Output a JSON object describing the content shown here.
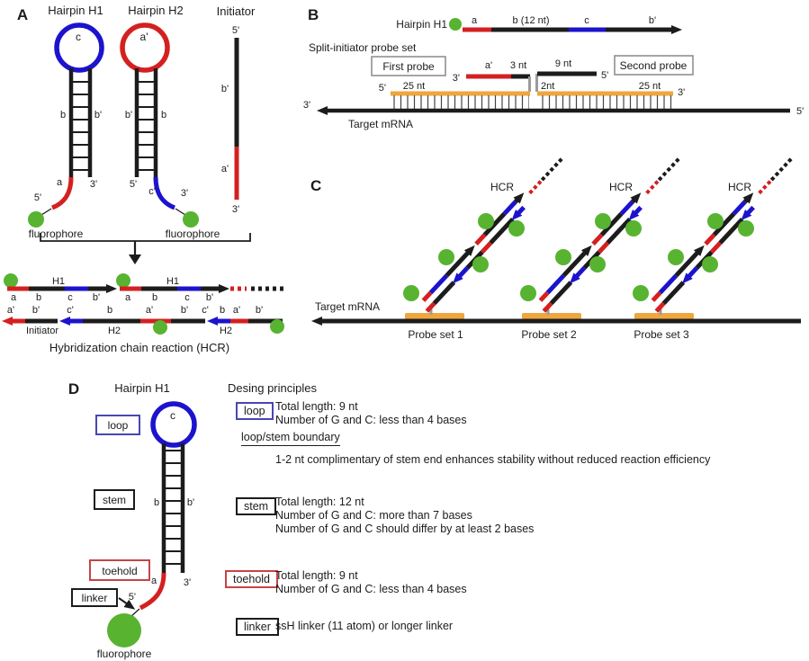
{
  "colors": {
    "red": "#d42020",
    "blue": "#1c13cd",
    "green": "#58b331",
    "orange": "#efa63e",
    "ink": "#1c1c1c",
    "gray": "#9b9b9b",
    "loopbox": "#4747b3",
    "toebox": "#c64545",
    "probebox": "#888888"
  },
  "panelA": {
    "label": "A",
    "h1": {
      "title": "Hairpin H1",
      "loop": "c",
      "left": "b",
      "right": "b'",
      "toehold": "a",
      "five": "5'",
      "three": "3'",
      "fluor": "fluorophore"
    },
    "h2": {
      "title": "Hairpin H2",
      "loop": "a'",
      "left": "b'",
      "right": "b",
      "toehold": "c'",
      "five": "5'",
      "three": "3'",
      "fluor": "fluorophore"
    },
    "init": {
      "title": "Initiator",
      "five": "5'",
      "top": "b'",
      "bottom": "a'",
      "three": "3'"
    },
    "chain": {
      "h1a": "H1",
      "h1b": "H1",
      "row1": [
        "a",
        "b",
        "c",
        "b'",
        "a",
        "b",
        "c",
        "b'"
      ],
      "row2": [
        "a'",
        "b'",
        "c'",
        "b",
        "a'",
        "b'",
        "c'",
        "b",
        "a'",
        "b'"
      ],
      "initiator": "Initiator",
      "h2a": "H2",
      "h2b": "H2",
      "caption": "Hybridization chain reaction (HCR)"
    }
  },
  "panelB": {
    "label": "B",
    "title": "Hairpin H1",
    "seg_a": "a",
    "seg_b": "b (12 nt)",
    "seg_c": "c",
    "seg_bp": "b'",
    "split_title": "Split-initiator probe set",
    "first_probe": "First probe",
    "second_probe": "Second probe",
    "p3": "3'",
    "ap": "a'",
    "n3": "3 nt",
    "n9": "9 nt",
    "p5": "5'",
    "n2": "2nt",
    "probe5": "5'",
    "left25": "25 nt",
    "right25": "25 nt",
    "probe3": "3'",
    "mrna3": "3'",
    "mrna5": "5'",
    "target": "Target mRNA"
  },
  "panelC": {
    "label": "C",
    "hcr": [
      "HCR",
      "HCR",
      "HCR"
    ],
    "target": "Target mRNA",
    "sets": [
      "Probe set 1",
      "Probe set 2",
      "Probe set 3"
    ]
  },
  "panelD": {
    "label": "D",
    "title": "Hairpin H1",
    "loop": "c",
    "left": "b",
    "right": "b'",
    "toehold_a": "a",
    "five": "5'",
    "three": "3'",
    "fluor": "fluorophore",
    "box_loop": "loop",
    "box_stem": "stem",
    "box_toehold": "toehold",
    "box_linker": "linker",
    "design": {
      "title": "Desing principles",
      "loop0": "Total length: 9 nt",
      "loop1": "Number of G and C: less than 4 bases",
      "boundary": "loop/stem boundary",
      "boundary_text": "1-2 nt complimentary of stem end enhances stability without reduced reaction efficiency",
      "stem0": "Total length: 12 nt",
      "stem1": "Number of G and C: more than 7 bases",
      "stem2": "Number of G and C should differ by at least 2 bases",
      "toe0": "Total length: 9 nt",
      "toe1": "Number of G and C: less than 4 bases",
      "linker0": "ssH linker (11 atom) or longer linker"
    }
  }
}
